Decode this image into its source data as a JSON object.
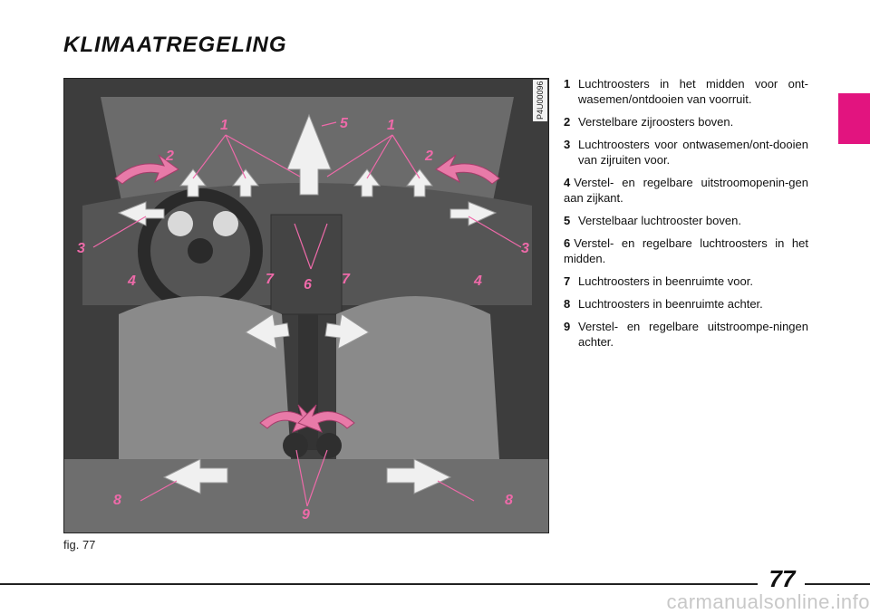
{
  "title": "KLIMAATREGELING",
  "figure": {
    "code": "P4U00096",
    "caption": "fig. 77",
    "callouts": [
      "1",
      "2",
      "3",
      "4",
      "5",
      "6",
      "7",
      "8",
      "9"
    ]
  },
  "legend": [
    {
      "num": "1",
      "text": "Luchtroosters in het midden voor ont-wasemen/ontdooien van voorruit."
    },
    {
      "num": "2",
      "text": "Verstelbare zijroosters boven."
    },
    {
      "num": "3",
      "text": "Luchtroosters voor ontwasemen/ont-dooien van zijruiten voor."
    },
    {
      "num": "4",
      "text": "Verstel- en regelbare uitstroomopenin-gen aan zijkant."
    },
    {
      "num": "5",
      "text": "Verstelbaar luchtrooster boven."
    },
    {
      "num": "6",
      "text": "Verstel- en regelbare luchtroosters in het midden."
    },
    {
      "num": "7",
      "text": "Luchtroosters in beenruimte voor."
    },
    {
      "num": "8",
      "text": "Luchtroosters in beenruimte achter."
    },
    {
      "num": "9",
      "text": "Verstel- en regelbare uitstroompe-ningen achter."
    }
  ],
  "page_number": "77",
  "watermark": "carmanualsonline.info",
  "colors": {
    "accent": "#e2147f",
    "callout": "#ee6aa9"
  }
}
